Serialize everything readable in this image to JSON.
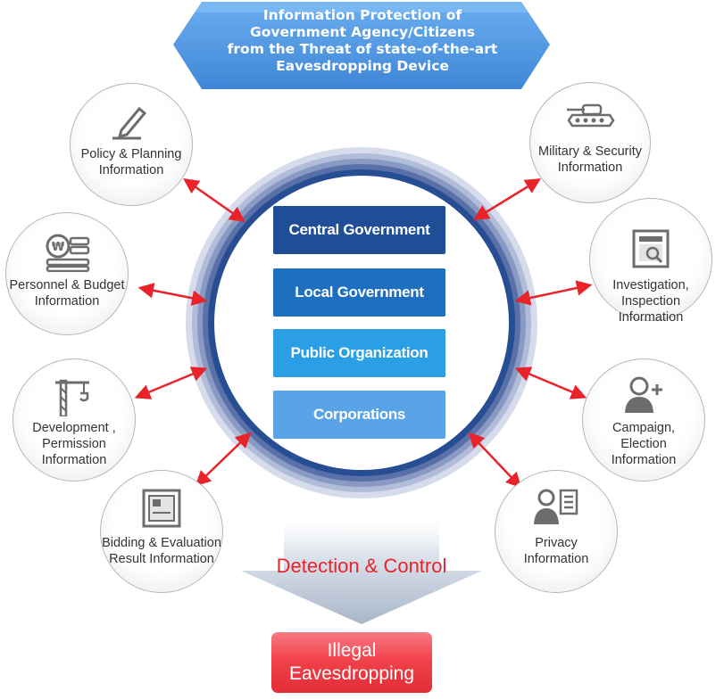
{
  "banner": {
    "lines": [
      "Information Protection of",
      "Government Agency/Citizens",
      "from the Threat of  state-of-the-art",
      "Eavesdropping Device"
    ]
  },
  "organizations": [
    {
      "label": "Central Government",
      "color": "#1f4e96"
    },
    {
      "label": "Local Government",
      "color": "#1e6fbf"
    },
    {
      "label": "Public Organization",
      "color": "#2a9fe6"
    },
    {
      "label": "Corporations",
      "color": "#5aa3e6"
    }
  ],
  "information": {
    "policy": {
      "lines": [
        "Policy & Planning",
        "Information"
      ],
      "icon": "pen-icon"
    },
    "personnel": {
      "lines": [
        "Personnel & Budget",
        "Information"
      ],
      "icon": "coins-icon"
    },
    "development": {
      "lines": [
        "Development ,",
        "Permission",
        "Information"
      ],
      "icon": "crane-icon"
    },
    "bidding": {
      "lines": [
        "Bidding & Evaluation",
        "Result Information"
      ],
      "icon": "document-icon"
    },
    "military": {
      "lines": [
        "Military & Security",
        "Information"
      ],
      "icon": "tank-icon"
    },
    "investigation": {
      "lines": [
        "Investigation,",
        "Inspection",
        "Information"
      ],
      "icon": "inspection-icon"
    },
    "campaign": {
      "lines": [
        "Campaign,",
        "Election",
        "Information"
      ],
      "icon": "add-user-icon"
    },
    "privacy": {
      "lines": [
        "Privacy",
        "Information"
      ],
      "icon": "id-card-icon"
    }
  },
  "detection": {
    "label": "Detection & Control"
  },
  "result": {
    "lines": [
      "Illegal",
      "Eavesdropping"
    ]
  },
  "colors": {
    "banner": "#4a90dc",
    "arrow": "#e8232a",
    "ring_dark": "#1f4a8f",
    "ring_light": "#8ea3c9"
  }
}
